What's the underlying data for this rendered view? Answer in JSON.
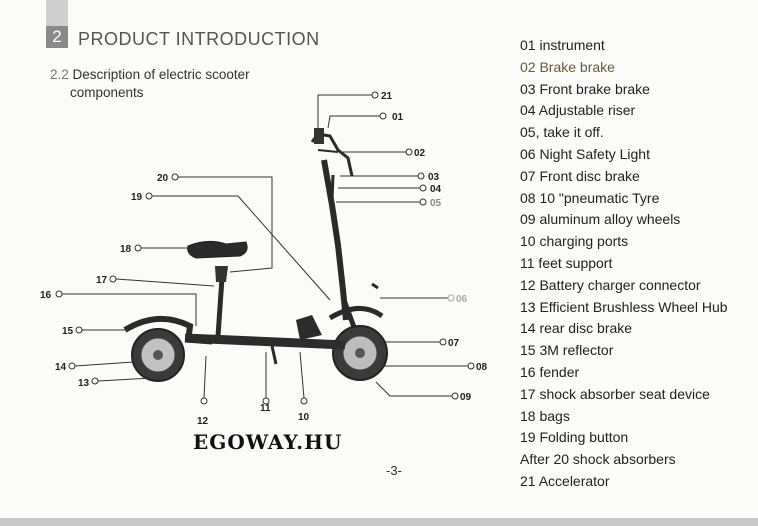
{
  "header": {
    "section_number": "2",
    "section_title": "PRODUCT INTRODUCTION",
    "subsection_number": "2.2",
    "subsection_title_line1": "Description of electric scooter",
    "subsection_title_line2": "components"
  },
  "components": [
    "01 instrument",
    "02 Brake brake",
    "03 Front brake brake",
    "04 Adjustable riser",
    "05, take it off.",
    "06 Night Safety Light",
    "07 Front disc brake",
    "08 10 \"pneumatic Tyre",
    "09 aluminum alloy wheels",
    "10 charging ports",
    "11 feet support",
    "12 Battery charger connector",
    "13 Efficient Brushless Wheel Hub",
    "14 rear disc brake",
    "15 3M reflector",
    "16 fender",
    "17 shock absorber seat device",
    "18 bags",
    "19 Folding button",
    "After 20 shock absorbers",
    "21 Accelerator"
  ],
  "callouts": {
    "c01": "01",
    "c02": "02",
    "c03": "03",
    "c04": "04",
    "c05": "05",
    "c06": "06",
    "c07": "07",
    "c08": "08",
    "c09": "09",
    "c10": "10",
    "c11": "11",
    "c12": "12",
    "c13": "13",
    "c14": "14",
    "c15": "15",
    "c16": "16",
    "c17": "17",
    "c18": "18",
    "c19": "19",
    "c20": "20",
    "c21": "21"
  },
  "brand": "EGOWAY.HU",
  "page_number": "-3-"
}
